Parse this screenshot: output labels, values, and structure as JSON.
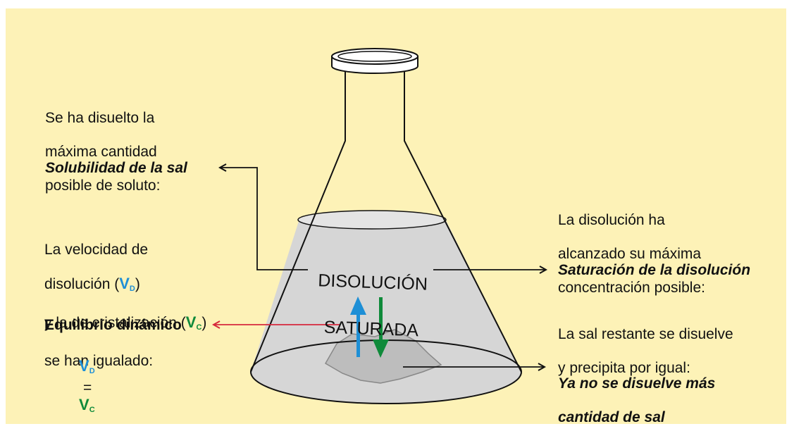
{
  "flask": {
    "label_line1": "DISOLUCIÓN",
    "label_line2": "SATURADA"
  },
  "left_top": {
    "lines": [
      "Se ha disuelto la",
      "máxima cantidad",
      "posible de soluto:"
    ],
    "result": "Solubilidad de la sal"
  },
  "left_mid": {
    "line1": "La velocidad de",
    "line2_pre": "disolución (",
    "line2_v": "V",
    "line2_sub": "D",
    "line2_post": ")",
    "line3_pre": "y la de cristalización (",
    "line3_v": "V",
    "line3_sub": "C",
    "line3_post": ")",
    "line4": "se han igualado:",
    "result": "Equilibrio dinámico",
    "eq_left_v": "V",
    "eq_left_sub": "D",
    "eq_sign": "=",
    "eq_right_v": "V",
    "eq_right_sub": "C"
  },
  "right_top": {
    "lines": [
      "La disolución ha",
      "alcanzado su máxima",
      "concentración posible:"
    ],
    "result": "Saturación de la disolución"
  },
  "right_bottom": {
    "lines": [
      "La sal restante se disuelve",
      "y precipita por igual:"
    ],
    "result_line1": "Ya no se disuelve más",
    "result_line2": "cantidad de sal"
  },
  "colors": {
    "background": "#fdf2b7",
    "liquid": "#d6d6d6",
    "salt": "#bdbdbd",
    "arrow_up": "#1e8fd6",
    "arrow_down": "#0f8a3a",
    "arrow_red": "#d6283c"
  }
}
